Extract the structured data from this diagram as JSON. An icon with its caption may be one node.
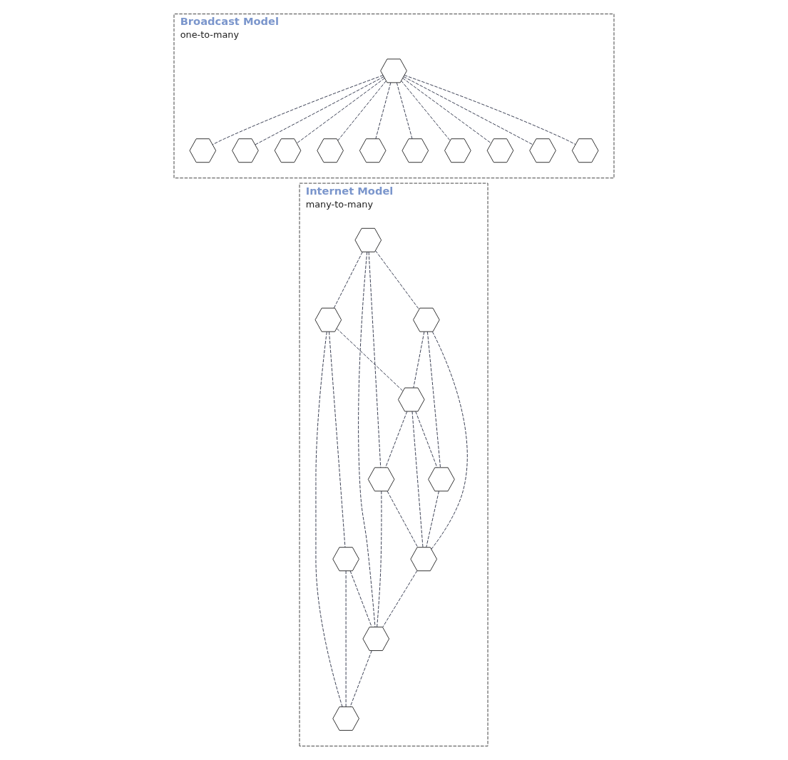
{
  "diagram": {
    "nodes": [
      {
        "text": [
          "Broadcast Model",
          "one-to-many"
        ]
      },
      {
        "text": [],
        "shape": "hexagon",
        "in": 0
      },
      {
        "text": [],
        "shape": "hexagon",
        "in": 0
      },
      {
        "text": [],
        "shape": "hexagon",
        "in": 0
      },
      {
        "text": [],
        "shape": "hexagon",
        "in": 0
      },
      {
        "text": [],
        "shape": "hexagon",
        "in": 0
      },
      {
        "text": [],
        "shape": "hexagon",
        "in": 0
      },
      {
        "text": [],
        "shape": "hexagon",
        "in": 0
      },
      {
        "text": [],
        "shape": "hexagon",
        "in": 0
      },
      {
        "text": [],
        "shape": "hexagon",
        "in": 0
      },
      {
        "text": [],
        "shape": "hexagon",
        "in": 0
      },
      {
        "text": [],
        "shape": "hexagon",
        "in": 0
      },
      {
        "text": [
          "Internet Model",
          "many-to-many"
        ]
      },
      {
        "text": [],
        "shape": "hexagon",
        "in": 12
      },
      {
        "text": [],
        "shape": "hexagon",
        "in": 12
      },
      {
        "text": [],
        "shape": "hexagon",
        "in": 12
      },
      {
        "text": [],
        "shape": "hexagon",
        "in": 12
      },
      {
        "text": [],
        "shape": "hexagon",
        "in": 12
      },
      {
        "text": [],
        "shape": "hexagon",
        "in": 12
      },
      {
        "text": [],
        "shape": "hexagon",
        "in": 12
      },
      {
        "text": [],
        "shape": "hexagon",
        "in": 12
      },
      {
        "text": [],
        "shape": "hexagon",
        "in": 12
      },
      {
        "text": [],
        "shape": "hexagon",
        "in": 12
      }
    ],
    "edges": [
      {
        "from": 1,
        "to": 2,
        "arrow": "none",
        "style": "dashed"
      },
      {
        "from": 1,
        "to": 3,
        "arrow": "none",
        "style": "dashed"
      },
      {
        "from": 1,
        "to": 4,
        "arrow": "none",
        "style": "dashed"
      },
      {
        "from": 1,
        "to": 5,
        "arrow": "none",
        "style": "dashed"
      },
      {
        "from": 1,
        "to": 6,
        "arrow": "none",
        "style": "dashed"
      },
      {
        "from": 1,
        "to": 7,
        "arrow": "none",
        "style": "dashed"
      },
      {
        "from": 1,
        "to": 8,
        "arrow": "none",
        "style": "dashed"
      },
      {
        "from": 1,
        "to": 9,
        "arrow": "none",
        "style": "dashed"
      },
      {
        "from": 1,
        "to": 10,
        "arrow": "none",
        "style": "dashed"
      },
      {
        "from": 1,
        "to": 11,
        "arrow": "none",
        "style": "dashed"
      },
      {
        "from": 13,
        "to": 14,
        "arrow": "none",
        "style": "dashed"
      },
      {
        "from": 14,
        "to": 15,
        "arrow": "none",
        "style": "dashed"
      },
      {
        "from": 13,
        "to": 16,
        "arrow": "none",
        "style": "dashed"
      },
      {
        "from": 13,
        "to": 18,
        "arrow": "none",
        "style": "dashed"
      },
      {
        "from": 13,
        "to": 21,
        "arrow": "none",
        "style": "dashed"
      },
      {
        "from": 14,
        "to": 17,
        "arrow": "none",
        "style": "dashed"
      },
      {
        "from": 14,
        "to": 22,
        "arrow": "none",
        "style": "dashed"
      },
      {
        "from": 15,
        "to": 21,
        "arrow": "none",
        "style": "dashed"
      },
      {
        "from": 15,
        "to": 22,
        "arrow": "none",
        "style": "dashed"
      },
      {
        "from": 16,
        "to": 17,
        "arrow": "none",
        "style": "dashed"
      },
      {
        "from": 16,
        "to": 19,
        "arrow": "none",
        "style": "dashed"
      },
      {
        "from": 16,
        "to": 20,
        "arrow": "none",
        "style": "dashed"
      },
      {
        "from": 17,
        "to": 19,
        "arrow": "none",
        "style": "dashed"
      },
      {
        "from": 17,
        "to": 18,
        "arrow": "none",
        "style": "dashed"
      },
      {
        "from": 17,
        "to": 20,
        "arrow": "none",
        "style": "dashed"
      },
      {
        "from": 18,
        "to": 20,
        "arrow": "none",
        "style": "dashed"
      },
      {
        "from": 18,
        "to": 21,
        "arrow": "none",
        "style": "dashed"
      },
      {
        "from": 19,
        "to": 20,
        "arrow": "none",
        "style": "dashed"
      },
      {
        "from": 20,
        "to": 21,
        "arrow": "none",
        "style": "dashed"
      },
      {
        "from": 21,
        "to": 22,
        "arrow": "none",
        "style": "dashed"
      }
    ]
  }
}
